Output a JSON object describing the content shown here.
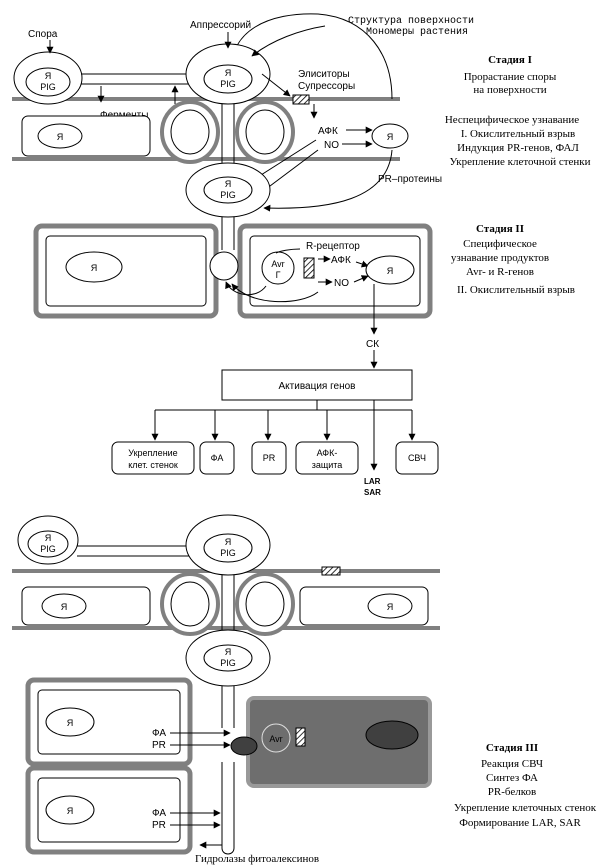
{
  "labels": {
    "spora": "Спора",
    "appressorium": "Аппрессорий",
    "surface_1": "Структура поверхности",
    "surface_2": "Мономеры растения",
    "elicitors": "Элиситоры",
    "suppressors": "Супрессоры",
    "enzymes": "Ферменты",
    "afk": "АФК",
    "no": "NO",
    "pr_proteins": "PR–протеины",
    "r_receptor": "R-рецептор",
    "ck": "СК",
    "activation": "Активация генов",
    "fa": "ФА",
    "pr": "PR",
    "lar": "LAR",
    "sar": "SAR",
    "hydrolases": "Гидролазы фитоалексинов",
    "nucleus": "Я",
    "pig": "PIG",
    "avr": "Avr",
    "gamma": "Г",
    "avr2": "Avr"
  },
  "outputs": {
    "strengthen_1": "Укрепление",
    "strengthen_2": "клет. стенок",
    "fa": "ФА",
    "pr": "PR",
    "afk_1": "АФК-",
    "afk_2": "защита",
    "svch": "СВЧ"
  },
  "stage1": {
    "title": "Стадия I",
    "lines": [
      "Прорастание споры",
      "на поверхности",
      "",
      "Неспецифическое узнавание",
      "I. Окислительный взрыв",
      "Индукция PR-генов, ФАЛ",
      "Укрепление клеточной стенки"
    ]
  },
  "stage2": {
    "title": "Стадия II",
    "lines": [
      "Специфическое",
      "узнавание продуктов",
      "Avr- и R-генов",
      "II. Окислительный взрыв"
    ]
  },
  "stage3": {
    "title": "Стадия III",
    "lines": [
      "Реакция СВЧ",
      "Синтез ФА",
      "PR-белков",
      "Укрепление клеточных стенок",
      "Формирование LAR, SAR"
    ]
  }
}
